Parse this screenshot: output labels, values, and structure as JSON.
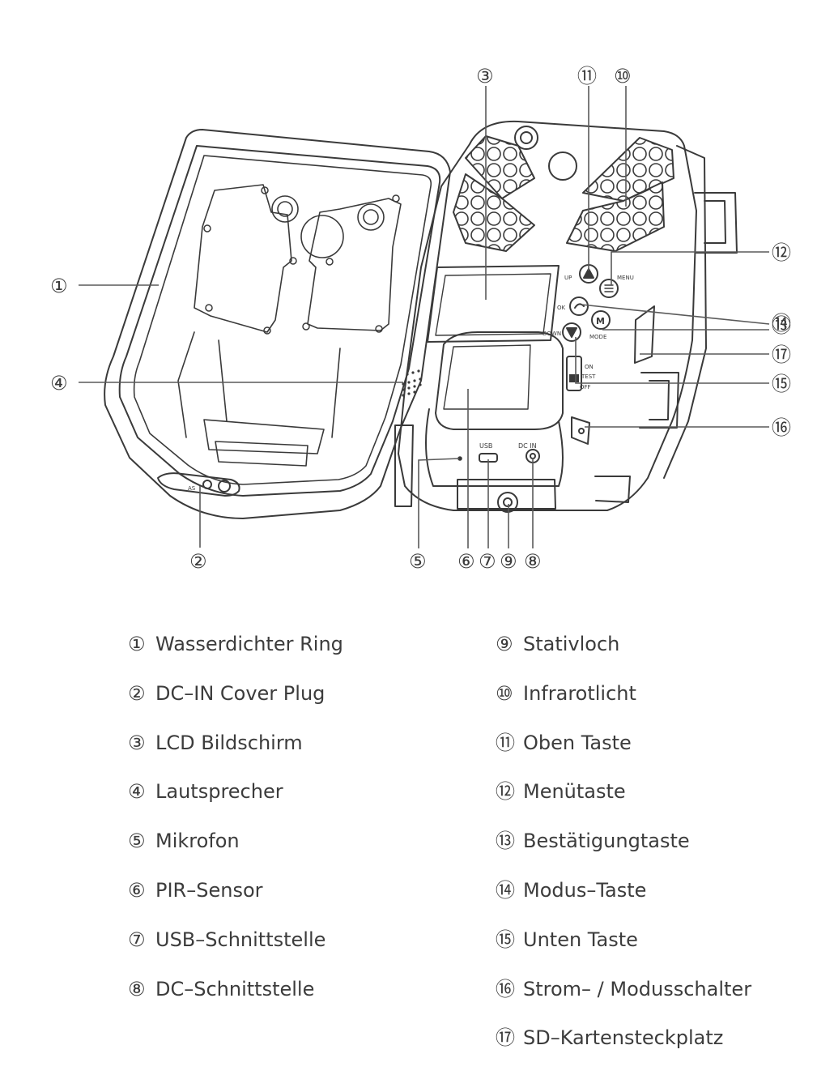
{
  "callouts": {
    "c1": "①",
    "c2": "②",
    "c3": "③",
    "c4": "④",
    "c5": "⑤",
    "c6": "⑥",
    "c7": "⑦",
    "c8": "⑧",
    "c9": "⑨",
    "c10": "⑩",
    "c11": "⑪",
    "c12": "⑫",
    "c13": "⑬",
    "c14": "⑭",
    "c15": "⑮",
    "c16": "⑯",
    "c17": "⑰"
  },
  "device_labels": {
    "up": "UP",
    "menu": "MENU",
    "ok": "OK",
    "mode": "MODE",
    "down": "DOWN",
    "on": "ON",
    "test": "TEST",
    "off": "OFF",
    "usb": "USB",
    "dc_in": "DC IN",
    "m_key": "M",
    "as": "AS"
  },
  "legend": {
    "left": [
      {
        "num": "①",
        "label": "Wasserdichter Ring"
      },
      {
        "num": "②",
        "label": "DC–IN Cover Plug"
      },
      {
        "num": "③",
        "label": "LCD Bildschirm"
      },
      {
        "num": "④",
        "label": "Lautsprecher"
      },
      {
        "num": "⑤",
        "label": "Mikrofon"
      },
      {
        "num": "⑥",
        "label": "PIR–Sensor"
      },
      {
        "num": "⑦",
        "label": "USB–Schnittstelle"
      },
      {
        "num": "⑧",
        "label": "DC–Schnittstelle"
      }
    ],
    "right": [
      {
        "num": "⑨",
        "label": "Stativloch"
      },
      {
        "num": "⑩",
        "label": "Infrarotlicht"
      },
      {
        "num": "⑪",
        "label": "Oben Taste"
      },
      {
        "num": "⑫",
        "label": "Menütaste"
      },
      {
        "num": "⑬",
        "label": "Bestätigungtaste"
      },
      {
        "num": "⑭",
        "label": "Modus–Taste"
      },
      {
        "num": "⑮",
        "label": "Unten Taste"
      },
      {
        "num": "⑯",
        "label": "Strom– / Modusschalter"
      },
      {
        "num": "⑰",
        "label": "SD–Kartensteckplatz"
      }
    ]
  }
}
